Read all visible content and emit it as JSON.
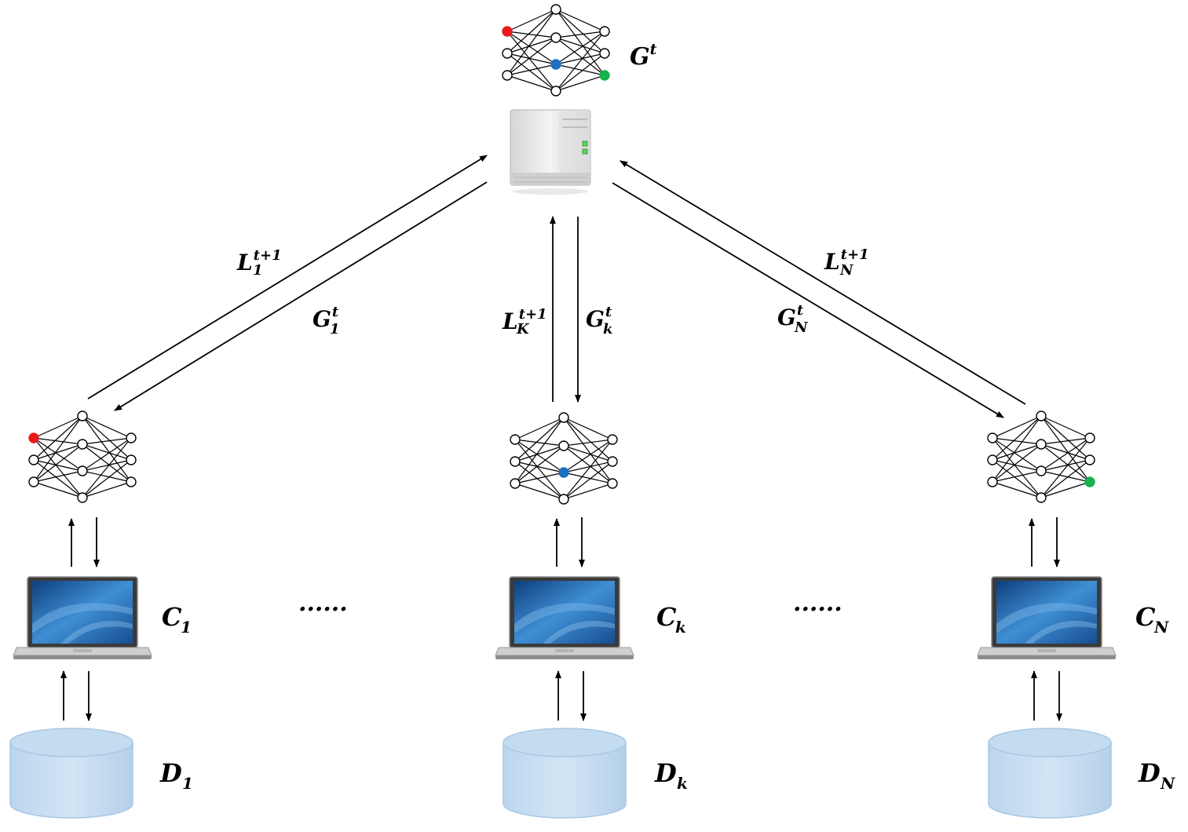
{
  "server": {
    "model_label": {
      "base": "G",
      "sup": "t"
    },
    "node_colors": {
      "red": "#e81c1c",
      "blue": "#1f6fbf",
      "green": "#17b14d"
    }
  },
  "links": {
    "left": {
      "up": {
        "base": "L",
        "sub": "1",
        "sup": "t+1"
      },
      "down": {
        "base": "G",
        "sub": "1",
        "sup": "t"
      }
    },
    "center": {
      "up": {
        "base": "L",
        "sub": "K",
        "sup": "t+1"
      },
      "down": {
        "base": "G",
        "sub": "k",
        "sup": "t"
      }
    },
    "right": {
      "up": {
        "base": "L",
        "sub": "N",
        "sup": "t+1"
      },
      "down": {
        "base": "G",
        "sub": "N",
        "sup": "t"
      }
    }
  },
  "clients": [
    {
      "client": {
        "base": "C",
        "sub": "1"
      },
      "data": {
        "base": "D",
        "sub": "1"
      }
    },
    {
      "client": {
        "base": "C",
        "sub": "k"
      },
      "data": {
        "base": "D",
        "sub": "k"
      }
    },
    {
      "client": {
        "base": "C",
        "sub": "N"
      },
      "data": {
        "base": "D",
        "sub": "N"
      }
    }
  ],
  "ellipsis": "......",
  "colors": {
    "laptop_screen": "#1f5fa6",
    "database": "#c4dcf0",
    "database_edge": "#a9c8e4"
  }
}
